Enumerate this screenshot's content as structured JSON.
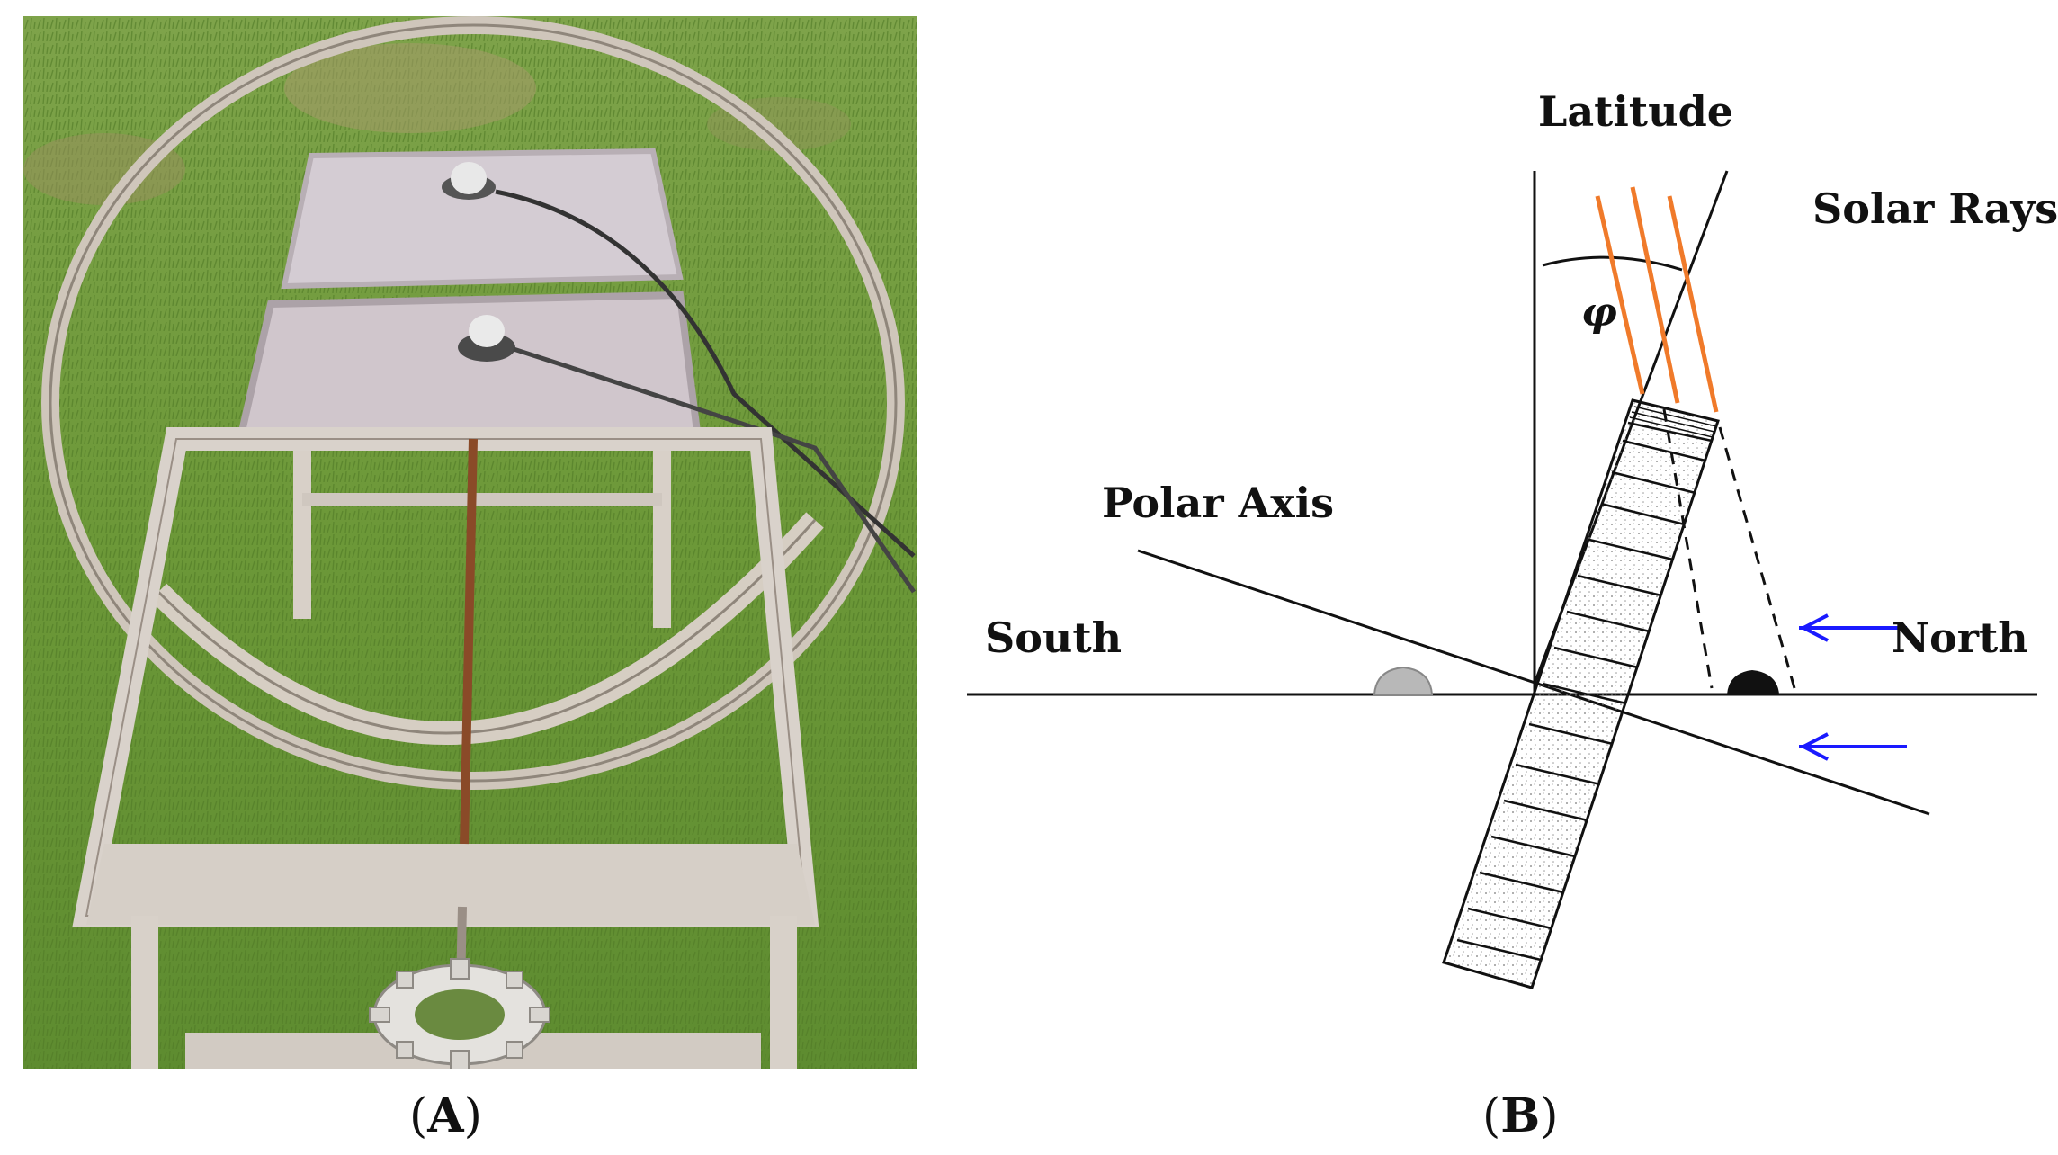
{
  "panel_a": {
    "label_open": "(",
    "label_letter": "A",
    "label_close": ")",
    "colors": {
      "grass": "#6f9a3a",
      "frame": "#d8d2cc",
      "rust": "#8a4a28"
    }
  },
  "panel_b": {
    "label_open": "(",
    "label_letter": "B",
    "label_close": ")",
    "latitude": "Latitude",
    "solar_rays": "Solar Rays",
    "phi": "φ",
    "polar_axis": "Polar Axis",
    "south": "South",
    "north": "North",
    "colors": {
      "rays": "#f07a2a",
      "arrows": "#1a1aff",
      "lines": "#111111"
    }
  }
}
